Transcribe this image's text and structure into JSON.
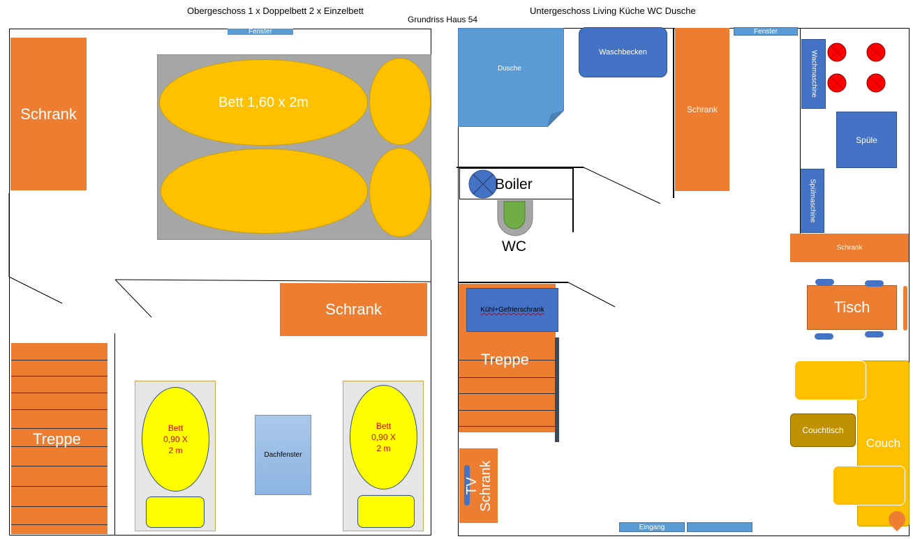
{
  "titles": {
    "upper": "Obergeschoss 1 x Doppelbett 2 x Einzelbett",
    "main": "Grundriss Haus 54",
    "lower": "Untergeschoss Living Küche WC Dusche"
  },
  "upper_floor": {
    "window": "Fenster",
    "wardrobe_left": "Schrank",
    "double_bed": "Bett 1,60 x 2m",
    "wardrobe_mid": "Schrank",
    "stairs": "Treppe",
    "single_bed_1": [
      "Bett",
      "0,90 X",
      "2 m"
    ],
    "skylight": "Dachfenster",
    "single_bed_2": [
      "Bett",
      "0,90 X",
      "2 m"
    ]
  },
  "lower_floor": {
    "shower": "Dusche",
    "sink": "Waschbecken",
    "wardrobe_tall": "Schrank",
    "window": "Fenster",
    "washing_machine": "Wachmaschine",
    "kitchen_sink": "Spüle",
    "dishwasher": "Spülmaschine",
    "wardrobe_kitchen": "Schrank",
    "boiler": "Boiler",
    "wc": "WC",
    "fridge": "Kühl+Gefrierschrank",
    "stairs": "Treppe",
    "table": "Tisch",
    "tv_cabinet": [
      "TV",
      "Schrank"
    ],
    "coffee_table": "Couchtisch",
    "couch": "Couch",
    "entrance": "Eingang"
  },
  "colors": {
    "orange": "#ed7d31",
    "blue": "#4472c4",
    "light_blue": "#5b9bd5",
    "yellow": "#ffc000",
    "bright_yellow": "#ffff00",
    "grey": "#a6a6a6",
    "red": "#ff0000"
  }
}
